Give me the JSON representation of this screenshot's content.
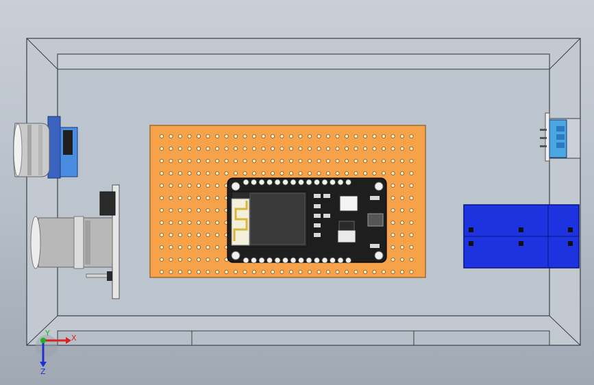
{
  "scene": {
    "background_top": "#c9cfd6",
    "background_bottom": "#9fa8b3",
    "pcb_color": "#f6a24a",
    "module_color": "#1e1e1e",
    "battery_color": "#1d33e0",
    "sensor_blue": "#4a8de0"
  },
  "components": {
    "enclosure": "enclosure-box",
    "perfboard": "perfboard",
    "mcu": "esp-module",
    "battery": "battery-holder",
    "sensor_left_top": "gas-sensor",
    "sensor_left_bottom": "ultrasonic-sensor",
    "connector_right": "terminal-block"
  },
  "triad": {
    "x_label": "X",
    "y_label": "Y",
    "z_label": "Z",
    "x_color": "#e02020",
    "y_color": "#20b020",
    "z_color": "#2030d0"
  }
}
